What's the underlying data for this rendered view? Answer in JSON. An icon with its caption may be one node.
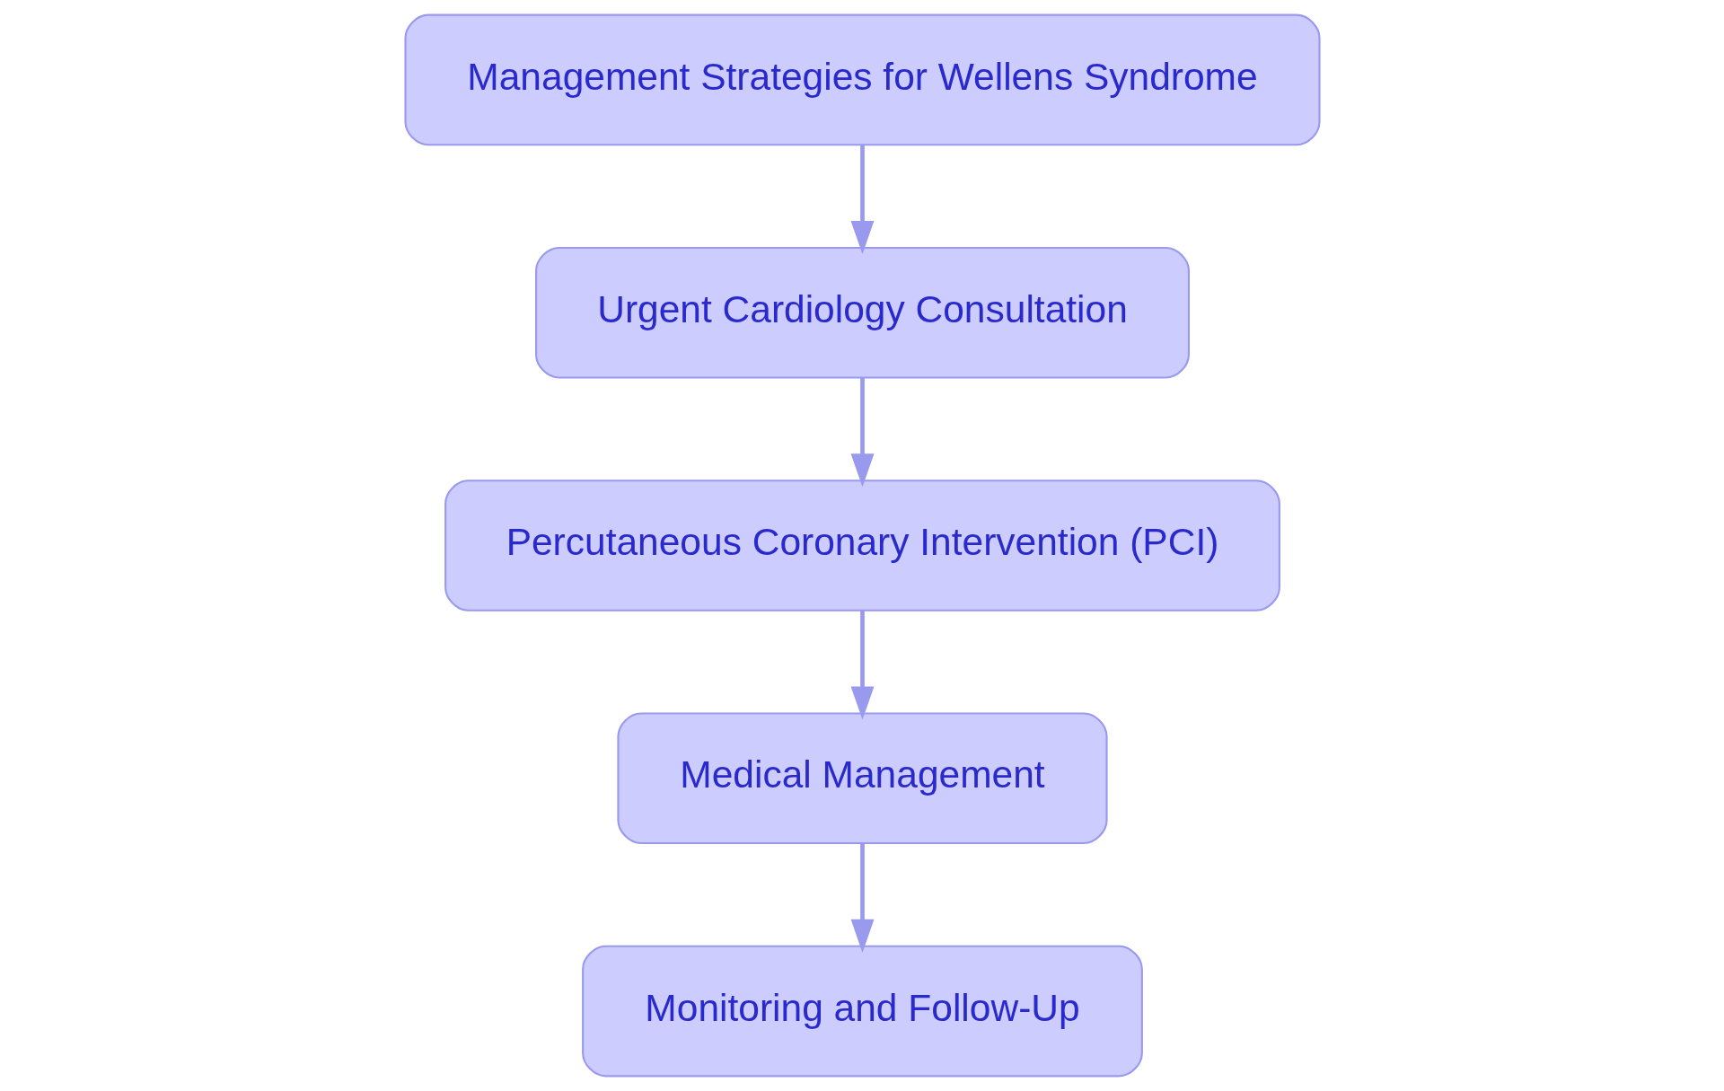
{
  "diagram": {
    "nodes": [
      {
        "text": [
          "Management Strategies for Wellens Syndrome"
        ]
      },
      {
        "text": [
          "Urgent Cardiology Consultation"
        ]
      },
      {
        "text": [
          "Percutaneous Coronary Intervention (PCI)"
        ]
      },
      {
        "text": [
          "Medical Management"
        ]
      },
      {
        "text": [
          "Monitoring and Follow-Up"
        ]
      }
    ],
    "edges": [
      {
        "from": 0,
        "to": 1,
        "arrow": "to"
      },
      {
        "from": 1,
        "to": 2,
        "arrow": "to"
      },
      {
        "from": 2,
        "to": 3,
        "arrow": "to"
      },
      {
        "from": 3,
        "to": 4,
        "arrow": "to"
      }
    ]
  }
}
